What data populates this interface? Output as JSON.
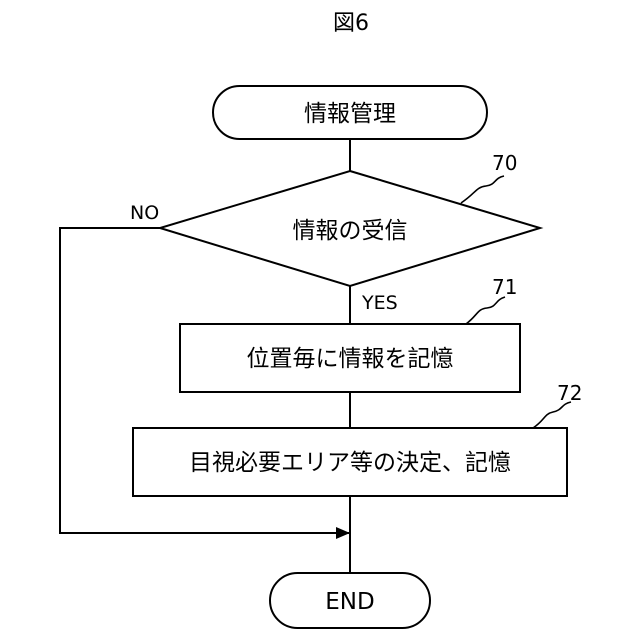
{
  "figure": {
    "title": "図6"
  },
  "nodes": {
    "start": "情報管理",
    "decision": "情報の受信",
    "step1": "位置毎に情報を記憶",
    "step2": "目視必要エリア等の決定、記憶",
    "end": "END"
  },
  "branches": {
    "no": "NO",
    "yes": "YES"
  },
  "refs": {
    "decision": "70",
    "step1": "71",
    "step2": "72"
  }
}
